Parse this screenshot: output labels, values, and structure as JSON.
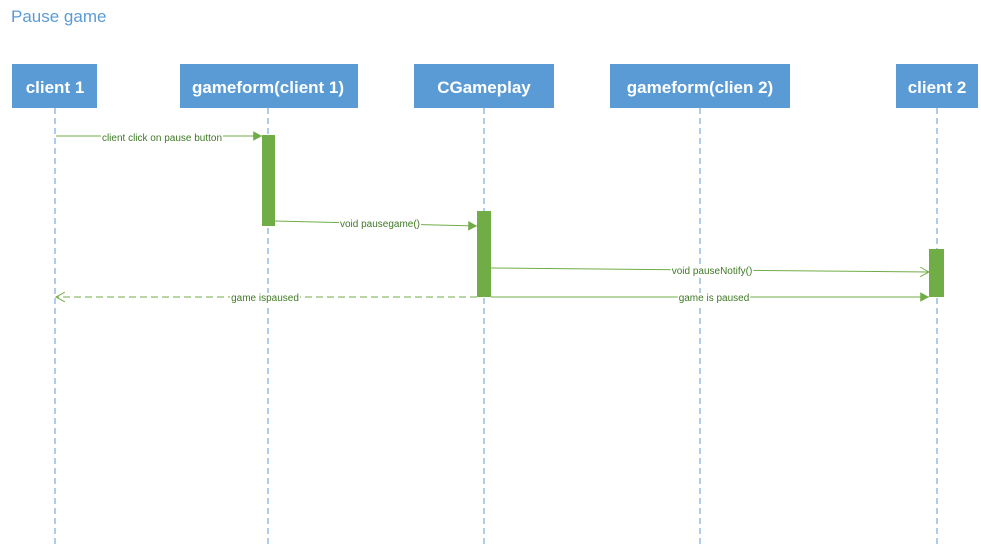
{
  "diagram": {
    "title": "Pause game",
    "colors": {
      "participant": "#5b9bd5",
      "lifeline": "#5b9bd5",
      "activation": "#70ad47",
      "message": "#70ad47",
      "label": "#3f7a25",
      "title": "#5b9bd5"
    },
    "participants": [
      {
        "id": "client1",
        "label": "client 1"
      },
      {
        "id": "gameform1",
        "label": "gameform(client 1)"
      },
      {
        "id": "cgameplay",
        "label": "CGameplay"
      },
      {
        "id": "gameform2",
        "label": "gameform(clien 2)"
      },
      {
        "id": "client2",
        "label": "client 2"
      }
    ],
    "messages": [
      {
        "from": "client1",
        "to": "gameform1",
        "label": "client click on pause button",
        "style": "solid",
        "arrow": "filled"
      },
      {
        "from": "gameform1",
        "to": "cgameplay",
        "label": "void pausegame()",
        "style": "solid",
        "arrow": "filled"
      },
      {
        "from": "cgameplay",
        "to": "client2",
        "label": "void pauseNotify()",
        "style": "solid",
        "arrow": "open"
      },
      {
        "from": "cgameplay",
        "to": "client1",
        "label": "game ispaused",
        "style": "dashed",
        "arrow": "open"
      },
      {
        "from": "cgameplay",
        "to": "client2",
        "label": "game is paused",
        "style": "solid",
        "arrow": "filled"
      }
    ],
    "activations": [
      {
        "participant": "gameform1"
      },
      {
        "participant": "cgameplay"
      },
      {
        "participant": "client2"
      }
    ]
  }
}
